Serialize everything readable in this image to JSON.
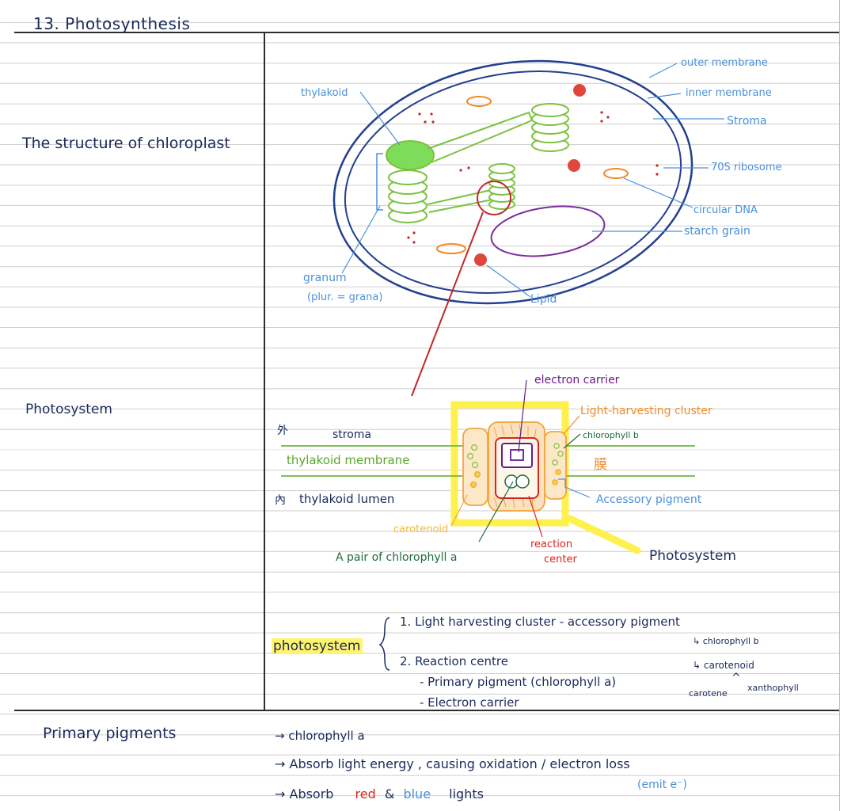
{
  "title": "13. Photosynthesis",
  "rows": {
    "structure": "The structure of chloroplast",
    "photosystem": "Photosystem",
    "primary": "Primary pigments"
  },
  "chloroplast": {
    "outer_membrane": "outer membrane",
    "inner_membrane": "inner membrane",
    "stroma": "Stroma",
    "ribosome": "70S ribosome",
    "circular_dna": "circular DNA",
    "starch_grain": "starch grain",
    "thylakoid": "thylakoid",
    "granum": "granum",
    "granum_plural": "(plur. = grana)",
    "lipid": "Lipid"
  },
  "photosystem_diagram": {
    "electron_carrier": "electron carrier",
    "light_harvesting": "Light-harvesting cluster",
    "chlorophyll_b": "chlorophyll b",
    "outer_char": "外",
    "inner_char": "內",
    "membrane_char": "膜",
    "stroma": "stroma",
    "thylakoid_membrane": "thylakoid membrane",
    "thylakoid_lumen": "thylakoid lumen",
    "accessory_pigment": "Accessory pigment",
    "carotenoid": "carotenoid",
    "pair_chlorophyll_a": "A pair of chlorophyll a",
    "reaction_center_1": "reaction",
    "reaction_center_2": "center",
    "photosystem": "Photosystem"
  },
  "photosystem_summary": {
    "label": "photosystem",
    "item1": "1. Light harvesting cluster - accessory pigment",
    "sub_b": "↳ chlorophyll b",
    "sub_carotenoid": "↳ carotenoid",
    "carotene": "carotene",
    "caret": "^",
    "xanthophyll": "xanthophyll",
    "item2": "2. Reaction centre",
    "item2a": "- Primary pigment (chlorophyll a)",
    "item2b": "- Electron carrier"
  },
  "primary_pigments": {
    "line1": "→ chlorophyll a",
    "line2": "→ Absorb light energy , causing oxidation / electron loss",
    "emit": "(emit e⁻)",
    "line3_prefix": "→ Absorb",
    "red": "red",
    "amp": "&",
    "blue": "blue",
    "lights": "lights"
  },
  "colors": {
    "ink": "#1b2a5a",
    "label_blue": "#4a90d9",
    "thylakoid_green": "#8bc34a",
    "granum_fill": "#7ddc5a",
    "ribosome_red": "#e0473a",
    "starch_purple": "#7b2d9a",
    "lipid_orange": "#f08a24",
    "highlight": "#fff46a",
    "photosystem_box": "#fff14d"
  }
}
